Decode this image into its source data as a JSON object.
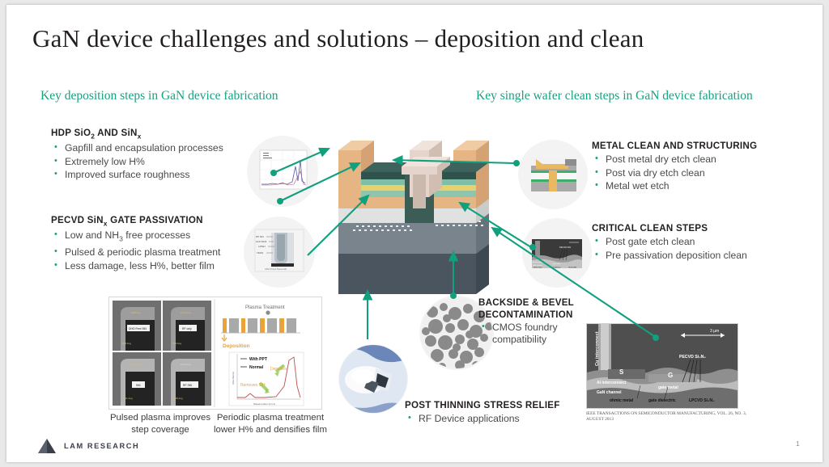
{
  "slide": {
    "title": "GaN device challenges and solutions – deposition and clean",
    "subhead_left": "Key deposition steps in GaN device fabrication",
    "subhead_right": "Key single wafer clean steps in GaN device fabrication",
    "page_number": "1",
    "accent_color": "#17a17f",
    "title_color": "#231f20"
  },
  "blocks": {
    "hdp": {
      "heading_parts": [
        "HDP SiO",
        "2",
        " AND SiN",
        "x"
      ],
      "heading_text": "HDP SiO2 AND SiNx",
      "bullets": [
        "Gapfill and encapsulation processes",
        "Extremely low H%",
        "Improved surface roughness"
      ]
    },
    "pecvd": {
      "heading_text": "PECVD SiNx GATE PASSIVATION",
      "bullets": [
        "Low and NH3 free processes",
        "Pulsed & periodic plasma treatment",
        "Less damage, less H%, better film"
      ]
    },
    "metal": {
      "heading_text": "METAL CLEAN AND STRUCTURING",
      "bullets": [
        "Post metal dry etch clean",
        "Post via dry etch clean",
        "Metal wet etch"
      ]
    },
    "critical": {
      "heading_text": "CRITICAL CLEAN STEPS",
      "bullets": [
        "Post gate etch clean",
        "Pre passivation deposition clean"
      ]
    },
    "backside": {
      "heading_line1": "BACKSIDE & BEVEL",
      "heading_line2": "DECONTAMINATION",
      "bullets": [
        "CMOS foundry compatibility"
      ]
    },
    "post_thinning": {
      "heading_text": "POST THINNING STRESS RELIEF",
      "bullets": [
        "RF Device applications"
      ]
    }
  },
  "panel": {
    "plasma_treatment_label": "Plasma Treatment",
    "deposition_label": "Deposition",
    "legend_with_ppt": "With PPT",
    "legend_normal": "Normal",
    "annotation_densifies": "Densifies",
    "annotation_removes": "Removes SiH",
    "sem_tiles": [
      "DHO Free SiN",
      "RF only",
      "SiN",
      "RF SiN"
    ],
    "caption_left": "Pulsed plasma improves step coverage",
    "caption_right": "Periodic plasma treatment lower H% and densifies film"
  },
  "gapfill_thumb": {
    "labels": [
      "PP SiN",
      "ALD SiO2",
      "LPSiN",
      "TEOS"
    ],
    "footer": "190% Pulsed Plasma SiN"
  },
  "sem": {
    "scale_bar": "3 µm",
    "labels": [
      "Cu interconnect",
      "S",
      "G",
      "PECVD Si3N4",
      "Al interconnect",
      "gate metal",
      "GaN channel",
      "ohmic metal",
      "gate dielectric",
      "LPCVD Si3N4"
    ],
    "citation": "IEEE TRANSACTIONS ON SEMICONDUCTOR MANUFACTURING, VOL. 26, NO. 3, AUGUST 2013"
  },
  "footer": {
    "company": "LAM RESEARCH"
  }
}
